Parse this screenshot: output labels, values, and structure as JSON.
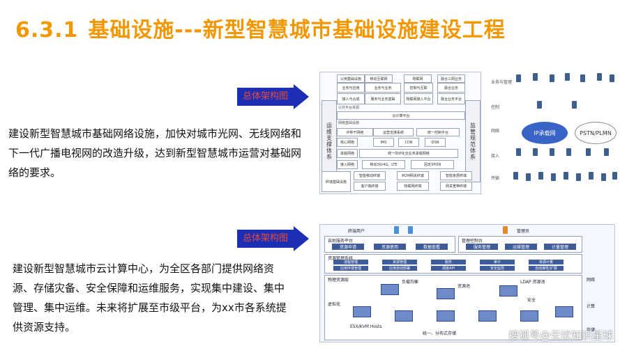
{
  "title": {
    "number": "6.3.1",
    "text": "基础设施---新型智慧城市基础设施建设工程"
  },
  "badges": [
    "总体架构图",
    "总体架构图"
  ],
  "paragraphs": [
    "建设新型智慧城市基础网络设施，加快对城市光网、无线网络和下一代广播电视网的改造升级，达到新型智慧城市运营对基础网络的要求。",
    "建设新型智慧城市云计算中心，为全区各部门提供网络资源、存储灾备、安全保障和运维服务，实现集中建设、集中管理、集中运维。未来将扩展至市级平台，为xx市各系统提供资源支持。"
  ],
  "diagram1": {
    "left_bar": "运维支撑体系",
    "right_bar": "监管规范体系",
    "top_row": [
      "公用基础设施",
      "移动互联网",
      "物联网",
      "融合三网业务"
    ],
    "row2": [
      "业务与应用",
      "业务与业务",
      "控制与互联",
      "融合业务"
    ],
    "row3": [
      "接入与合成",
      "服务与业务基础",
      "物联网接入平台",
      "融合业务平台"
    ],
    "common_label": "公共平台资源",
    "cloud_platform": "云计算平台",
    "network_label": "网络基础设施",
    "ip_row": [
      "IP骨干网络",
      "运营支撑系统",
      "统一控制平台"
    ],
    "core_label": "核心网络",
    "core_items": [
      "IMS",
      "CDN",
      "DSN"
    ],
    "bearer_label": "承载网络",
    "bearer_item": "统一的IP化全业务承载网络",
    "access_label": "接入网络",
    "access_items": [
      "移动3G/4G、LTE",
      "固定XPON"
    ],
    "terminal_label": "终端基础设施",
    "terminal_row1": [
      "智能移动终端",
      "M2M网关终端",
      "智能家居终端"
    ],
    "terminal_row2": [
      "客户端终端",
      "物联网终端",
      "网关宽带终端"
    ]
  },
  "diagram2": {
    "user_labels": [
      "终端用户",
      "管理员"
    ],
    "self_service": "自助服务平台",
    "mgmt_control": "管理控制台",
    "self_items": [
      "资源申请",
      "资源使用",
      "数据查看"
    ],
    "mgmt_items": [
      "服务管理",
      "运维管理",
      "计量管理"
    ],
    "resource_mgmt": "资源管理系统",
    "resource_items": [
      "流程管理",
      "资源管理",
      "服务",
      "审计",
      "资源计量"
    ],
    "resource_items2": [
      "应用环境管理",
      "应用自动部署",
      "调度API",
      "安全监控",
      "自动弹性/扩展"
    ],
    "physical": "物理资源层",
    "cloud_items": [
      "负载均衡",
      "资源池",
      "LDAP 资源池"
    ],
    "network_text": "虚拟化",
    "security": "安全",
    "hosts": "ESX/KVM Hosts",
    "storage": "统一、分布式存储",
    "right_labels": [
      "网络",
      "计算",
      "存储"
    ]
  },
  "diagram3": {
    "rows": [
      "业务与管理",
      "控制",
      "网络",
      "接入",
      "传输"
    ],
    "clouds": [
      "IP承载网",
      "PSTN/PLMN"
    ]
  },
  "watermark": "搜狐号@无忧知识星球"
}
